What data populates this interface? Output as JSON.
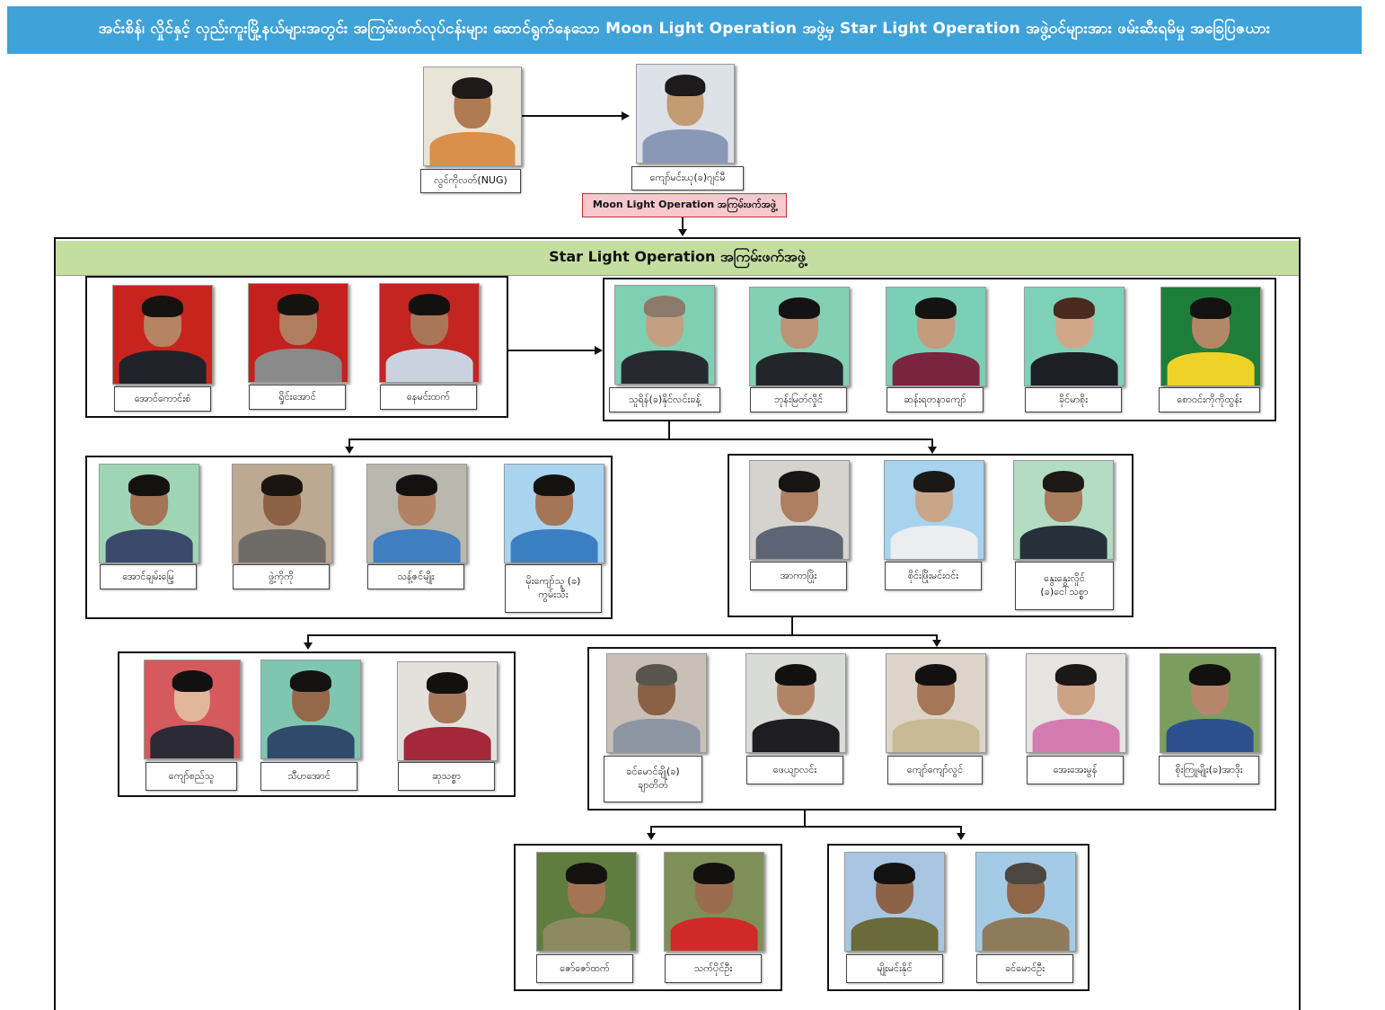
{
  "banner": {
    "title": "အင်းစိန်၊ လှိုင်နှင့် လှည်းကူးမြို့နယ်များအတွင်း အကြမ်းဖက်လုပ်ငန်းများ ဆောင်ရွက်နေသော Moon Light Operation အဖွဲ့မှ Star Light Operation အဖွဲ့ဝင်များအား ဖမ်းဆီးရမိမှု အခြေပြဇယား"
  },
  "top": {
    "leader_name": "လွင်ကိုလတ်(NUG)",
    "second_name": "ကျော်မင်းယု(ခ)ဂျင်မီ",
    "moon_label": "Moon Light Operation အကြမ်းဖက်အဖွဲ့"
  },
  "star_header": "Star Light Operation အကြမ်းဖက်အဖွဲ့",
  "groups": {
    "g1": [
      "အောင်ကောင်းစံ",
      "ရှိုင်းအောင်",
      "နေမင်းထက်"
    ],
    "g2": [
      "သူရိန်(ခ)နိုင်လင်းခန့်",
      "ဘုန်းမြတ်လှိုင်",
      "ဆန်းရတနာကျော်",
      "ခိုင်မာစိုး",
      "စောဝင်းကိုကိုထွန်း"
    ],
    "g3": [
      "အောင်ချမ်းမြေ့",
      "ဖွဲ့ကိုကို",
      "သန့်ဇင်မျိုး",
      "မိုးကျော်သူ (ခ)",
      "ကွမ်းသီး"
    ],
    "g4": [
      "အာကာဖြိုး",
      "စိုင်းဖြိုးမင်းဝင်း",
      "နွေးနွေးလှိုင်",
      "(ခ)ငေါ်သစ္စာ"
    ],
    "g5": [
      "ကျော်စည်သူ",
      "သီဟအောင်",
      "ဆုသစ္စာ"
    ],
    "g6": [
      "ခင်မောင်ချို(ခ)",
      "ချာတိတ်",
      "ဖေယျာလင်း",
      "ကျော်ကျော်လွင်",
      "အေးအေးမွန်",
      "စိုးကြူမျိုး(ခ)အာဒိုး"
    ],
    "g7": [
      "ဇော်ဇော်ထက်",
      "သက်ပိုင်ဦး"
    ],
    "g8": [
      "မျိုးမင်းနိုင်",
      "ခင်မောင်ဦး"
    ]
  },
  "colors": {
    "banner": "#3fa2d8",
    "star_header": "#c4dea1",
    "moon_label": "#f7c9cc"
  }
}
